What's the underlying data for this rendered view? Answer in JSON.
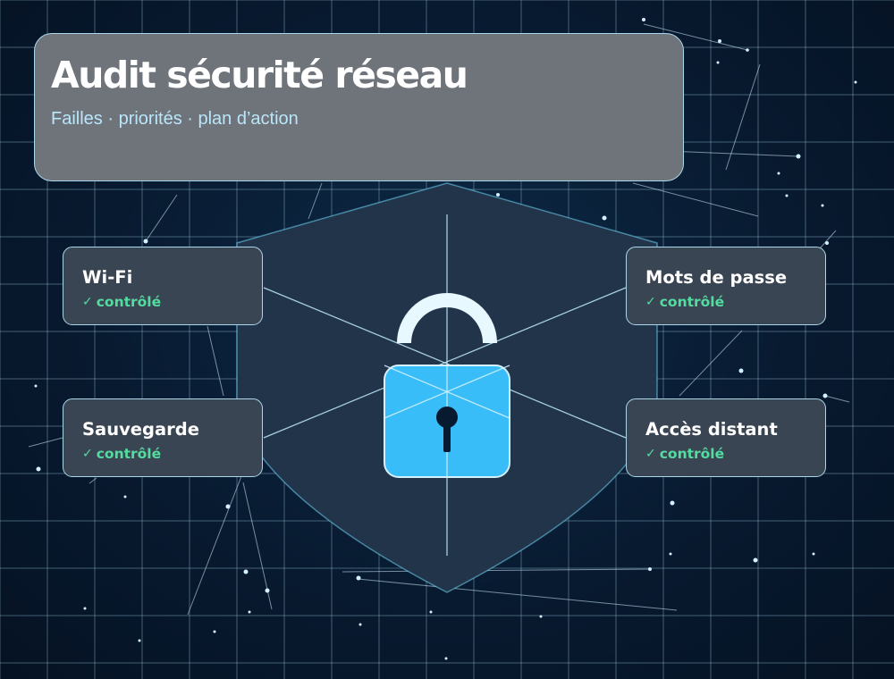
{
  "header": {
    "title": "Audit sécurité réseau",
    "subtitle": "Failles · priorités · plan d’action"
  },
  "checks": [
    {
      "label": "Wi-Fi",
      "status": "contrôlé"
    },
    {
      "label": "Mots de passe",
      "status": "contrôlé"
    },
    {
      "label": "Sauvegarde",
      "status": "contrôlé"
    },
    {
      "label": "Accès distant",
      "status": "contrôlé"
    }
  ],
  "icons": {
    "check": "checkmark-icon",
    "lock": "padlock-icon",
    "shield": "shield-icon"
  },
  "colors": {
    "accent": "#38bdf8",
    "status_ok": "#54dba0",
    "grid_line": "#a9d8ea",
    "card_bg": "#394553"
  }
}
